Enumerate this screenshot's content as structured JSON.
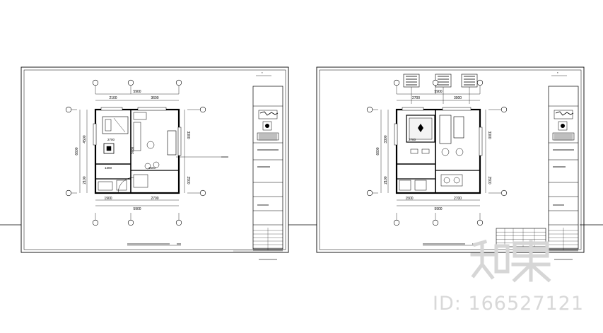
{
  "sheets": [
    {
      "dims_top": [
        "2100",
        "3600",
        "5900"
      ],
      "dims_bottom": [
        "1900",
        "2700",
        "5900"
      ],
      "dims_left": [
        "4500",
        "2100",
        "6600"
      ],
      "dims_right": [
        "3300",
        "2500"
      ],
      "room_dims": [
        "2700",
        "1300",
        "2500",
        "2600"
      ]
    },
    {
      "dims_top": [
        "2700",
        "3000",
        "5900"
      ],
      "dims_bottom": [
        "1500",
        "2700",
        "5900"
      ],
      "dims_left": [
        "3300",
        "2100",
        "6600"
      ],
      "dims_right": [
        "3300",
        "2500"
      ],
      "room_dims": [
        "2700"
      ]
    }
  ],
  "watermark": {
    "id_text": "ID: 166527121"
  }
}
